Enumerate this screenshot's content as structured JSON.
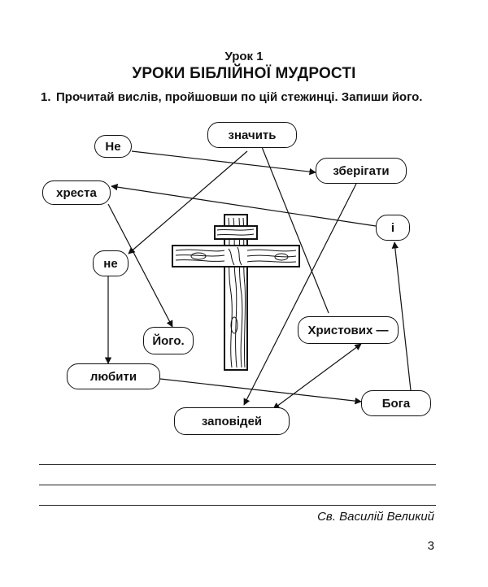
{
  "lesson": {
    "number": "Урок 1",
    "title": "УРОКИ БІБЛІЙНОЇ МУДРОСТІ"
  },
  "task": {
    "number": "1.",
    "text": "Прочитай вислів, пройшовши по цій стежинці. Запиши його."
  },
  "words": {
    "ne_cap": "Не",
    "znachyt": "значить",
    "zberihaty": "зберігати",
    "khresta": "хреста",
    "i": "і",
    "ne": "не",
    "yoho": "Його.",
    "khrystovykh": "Христових —",
    "lyubyty": "любити",
    "boha": "Бога",
    "zapovidey": "заповідей"
  },
  "author": "Св. Василій Великий",
  "page_number": "3"
}
